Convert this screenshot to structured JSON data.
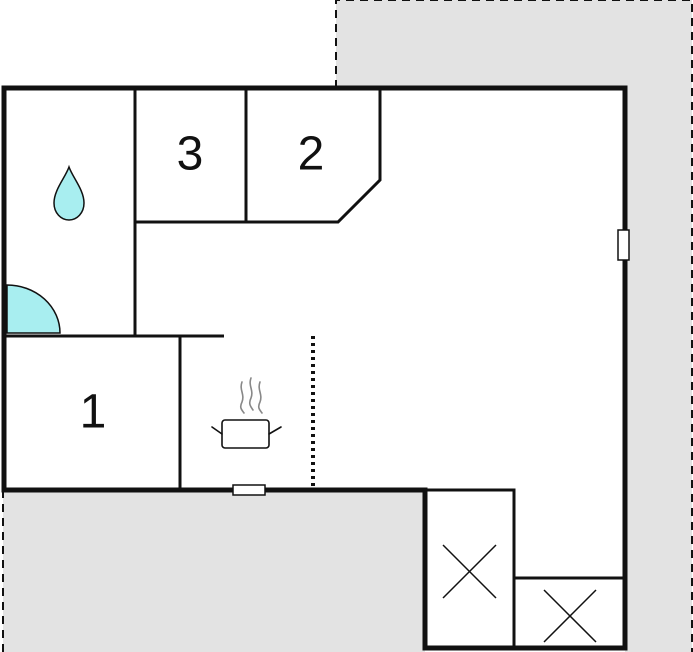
{
  "rooms": {
    "room_1": {
      "label": "1"
    },
    "room_2": {
      "label": "2"
    },
    "room_3": {
      "label": "3"
    }
  },
  "icons": {
    "bathroom": "water-drop-icon",
    "kitchen": "cooking-pot-icon",
    "shower": "shower-tray-icon",
    "storage_a": "storage-cross-icon",
    "storage_b": "storage-cross-icon"
  },
  "colors": {
    "outdoor_area": "#e3e3e3",
    "wall": "#111111",
    "water": "#a8eef0",
    "background": "#ffffff"
  }
}
